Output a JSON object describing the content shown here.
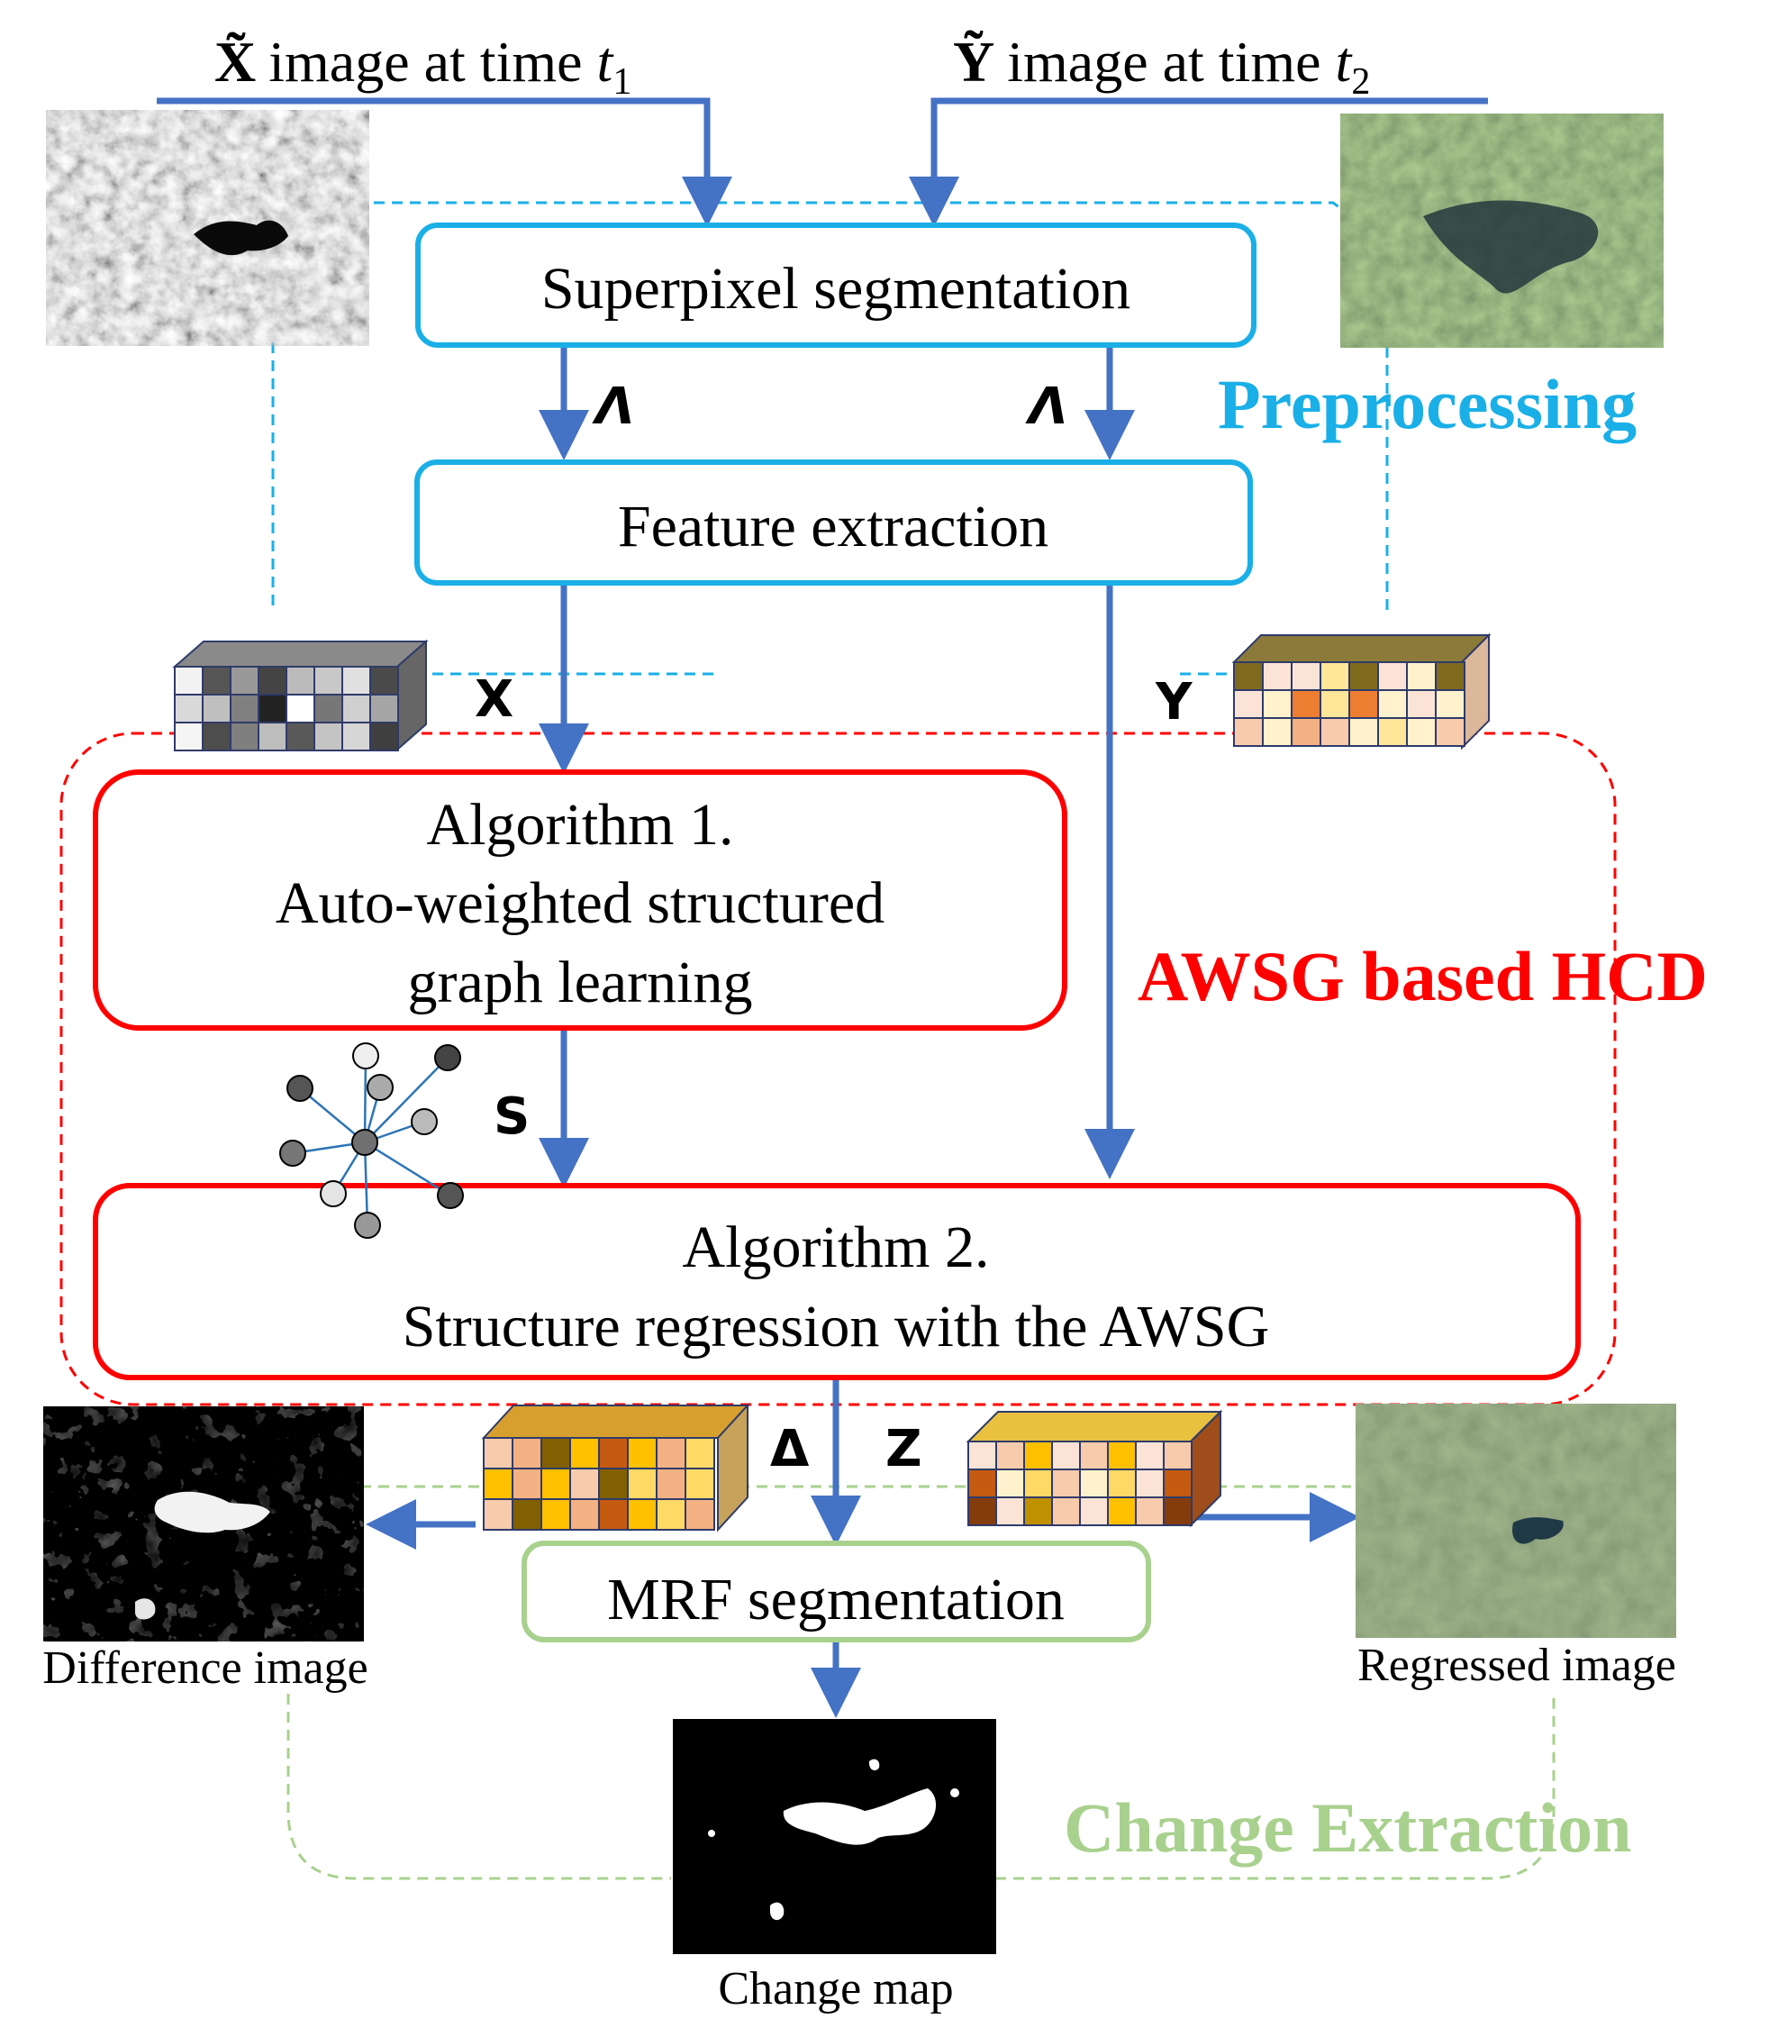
{
  "header": {
    "x_var": "X̃",
    "x_label": "image at time ",
    "x_t": "t",
    "x_sub": "1",
    "y_var": "Ỹ",
    "y_label": "image at time ",
    "y_t": "t",
    "y_sub": "2"
  },
  "sections": {
    "preprocessing": "Preprocessing",
    "awsg": "AWSG based HCD",
    "change_extraction": "Change Extraction"
  },
  "boxes": {
    "superpixel": "Superpixel  segmentation",
    "feature": "Feature extraction",
    "alg1_line1": "Algorithm 1.",
    "alg1_line2": "Auto-weighted structured",
    "alg1_line3": "graph learning",
    "alg2_line1": "Algorithm 2.",
    "alg2_line2": "Structure regression with the AWSG",
    "mrf": "MRF segmentation"
  },
  "variables": {
    "lambda_left": "Λ",
    "lambda_right": "Λ",
    "x": "X",
    "y": "Y",
    "s": "S",
    "delta": "Δ",
    "z": "Z"
  },
  "captions": {
    "difference": "Difference  image",
    "regressed": "Regressed image",
    "change_map": "Change map"
  },
  "colors": {
    "arrow": "#4472c4",
    "preprocessing": "#1aafe6",
    "awsg": "#ff0000",
    "change_extraction": "#a9d18e"
  },
  "icons": {
    "input_x": "grayscale-satellite-image",
    "input_y": "color-satellite-image",
    "feature_x": "gray-feature-cube",
    "feature_y": "orange-feature-cube",
    "graph": "star-graph-icon",
    "delta_cube": "difference-feature-cube",
    "z_cube": "regressed-feature-cube",
    "difference_image": "difference-image",
    "regressed_image": "regressed-satellite-image",
    "change_map": "binary-change-map"
  }
}
